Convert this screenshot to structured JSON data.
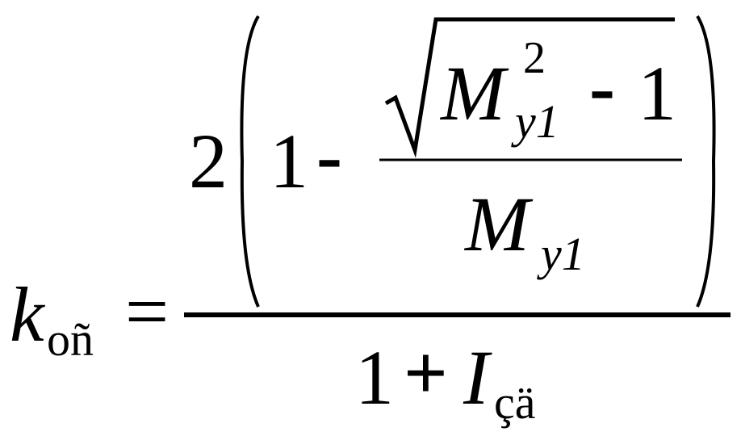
{
  "formula": {
    "lhs": {
      "symbol": "k",
      "subscript": "oñ"
    },
    "equals": "=",
    "numerator": {
      "coefficient": "2",
      "one": "1",
      "minus": "-",
      "inner_numerator": {
        "base": "M",
        "subscript": "y1",
        "superscript": "2",
        "minus": "-",
        "one": "1"
      },
      "inner_denominator": {
        "base": "M",
        "subscript": "y1"
      }
    },
    "denominator": {
      "one": "1",
      "plus": "+",
      "symbol": "I",
      "subscript": "çä"
    }
  }
}
